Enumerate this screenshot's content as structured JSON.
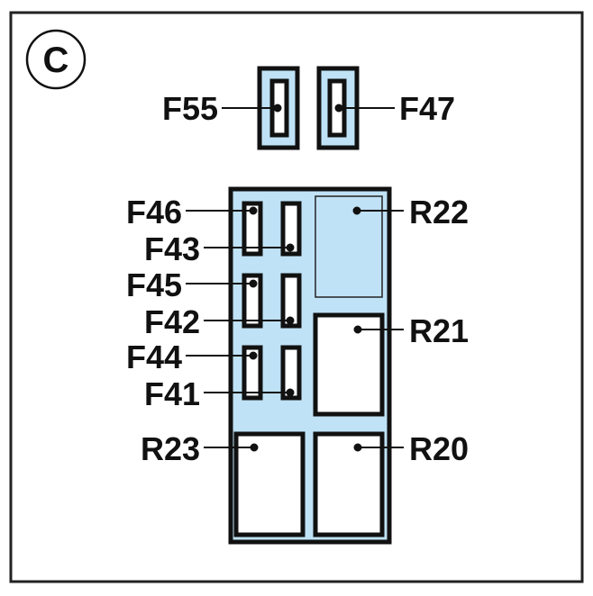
{
  "diagram": {
    "panel_label": "C",
    "colors": {
      "fill": "#bfe2f6",
      "stroke": "#111111",
      "slot": "#ffffff"
    },
    "top_fuses": [
      {
        "id": "F55",
        "side": "left"
      },
      {
        "id": "F47",
        "side": "right"
      }
    ],
    "box_fuses": [
      {
        "id": "F46"
      },
      {
        "id": "F43"
      },
      {
        "id": "F45"
      },
      {
        "id": "F42"
      },
      {
        "id": "F44"
      },
      {
        "id": "F41"
      }
    ],
    "relays": [
      {
        "id": "R22"
      },
      {
        "id": "R21"
      },
      {
        "id": "R23"
      },
      {
        "id": "R20"
      }
    ]
  }
}
